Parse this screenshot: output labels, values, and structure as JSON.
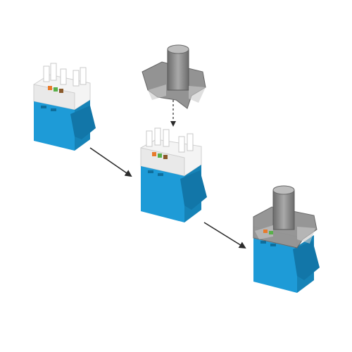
{
  "scene": {
    "description_visible_text": "",
    "colors": {
      "jack_blue": "#1e9bd7",
      "jack_blue_dark": "#1683b7",
      "jack_blue_shadow": "#0f6e9c",
      "keystone_white": "#f4f4f4",
      "keystone_shadow": "#d6d6d6",
      "cap_gray": "#7c7c7c",
      "cap_gray_light": "#b8b8b8",
      "arrow": "#2b2b2b",
      "wire_orange": "#e87a2a",
      "wire_green": "#59b04a",
      "wire_brown": "#8a5a2b"
    },
    "steps": [
      {
        "name": "jack-step-1",
        "has_cap": false
      },
      {
        "name": "jack-step-2",
        "has_cap": false,
        "cap_above": true
      },
      {
        "name": "jack-step-3",
        "has_cap": true
      }
    ],
    "arrows": [
      {
        "name": "arrow-step1-to-step2",
        "style": "solid"
      },
      {
        "name": "arrow-cap-down",
        "style": "dashed"
      },
      {
        "name": "arrow-step2-to-step3",
        "style": "solid"
      }
    ]
  }
}
